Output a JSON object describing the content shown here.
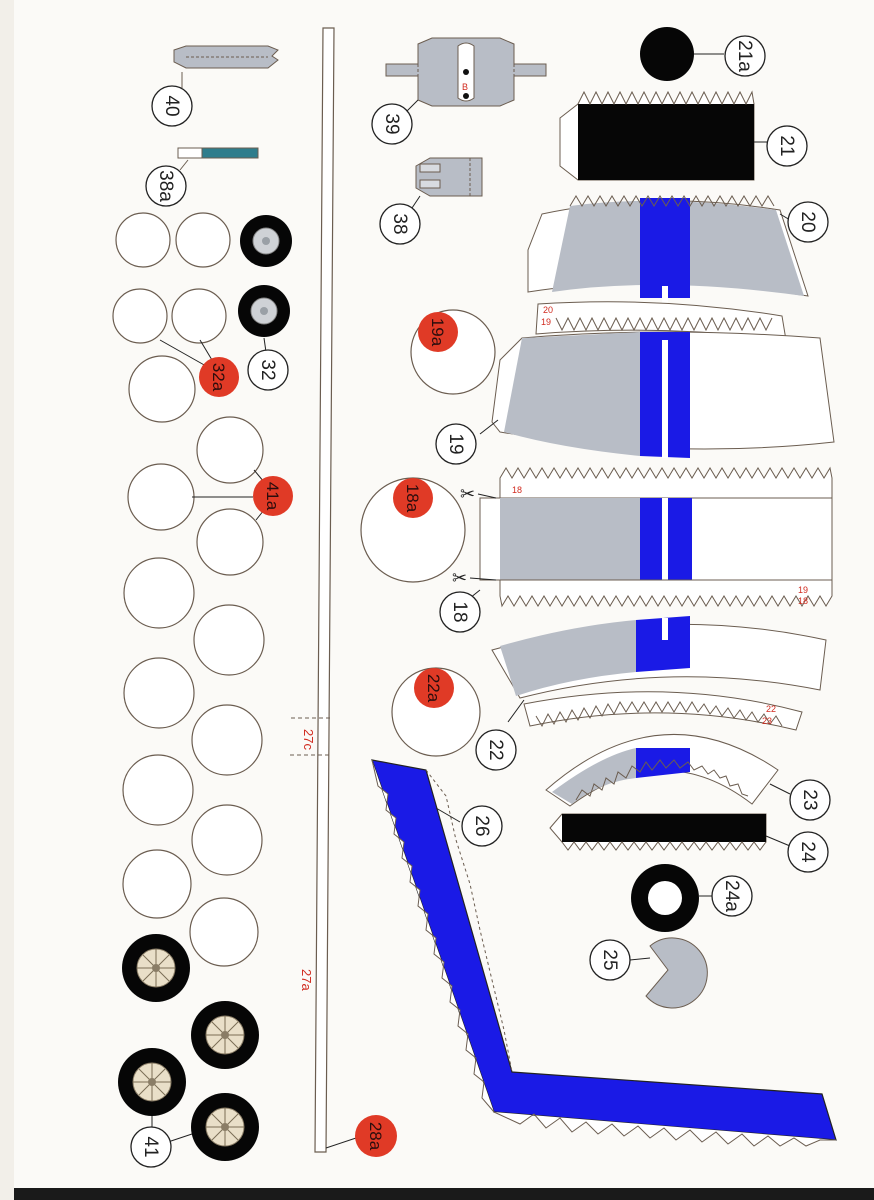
{
  "sheet": {
    "colors": {
      "paper": "#fbfaf7",
      "outline": "#6b5d50",
      "grey": "#b8bdc6",
      "blue": "#1a1ae6",
      "black": "#060606",
      "red": "#e03a26",
      "teal": "#2f7d8c"
    },
    "part_labels": {
      "p40": "40",
      "p39": "39",
      "p38": "38",
      "p38a": "38a",
      "p32": "32",
      "p32a": "32a",
      "p41a": "41a",
      "p41": "41",
      "p28a": "28a",
      "p27c": "27c",
      "p27a": "27a",
      "p26": "26",
      "p25": "25",
      "p24": "24",
      "p24a": "24a",
      "p23": "23",
      "p22": "22",
      "p22a": "22a",
      "p21": "21",
      "p21a": "21a",
      "p20": "20",
      "p19": "19",
      "p19a": "19a",
      "p18": "18",
      "p18a": "18a"
    },
    "tab_marks": {
      "m20a": "20",
      "m19a": "19",
      "m19b": "18",
      "m18a": "18",
      "m18b": "19",
      "m22a": "22",
      "m23a": "23",
      "m39": "B"
    }
  }
}
